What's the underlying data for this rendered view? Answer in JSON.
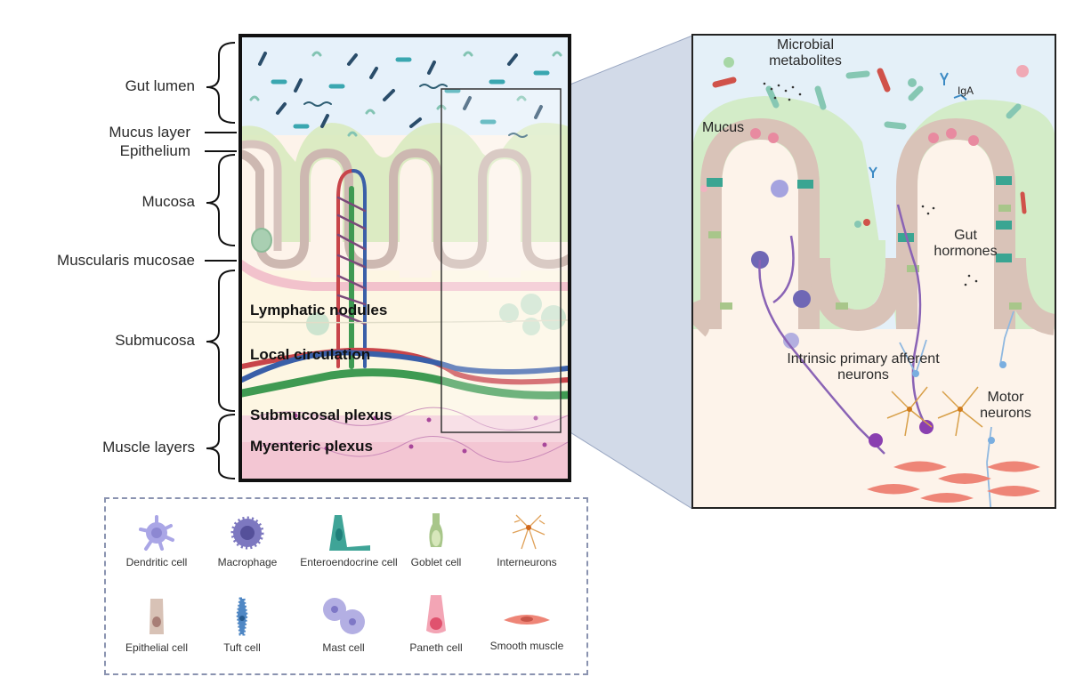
{
  "layer_labels": {
    "gut_lumen": "Gut lumen",
    "mucus_layer": "Mucus layer",
    "epithelium": "Epithelium",
    "mucosa": "Mucosa",
    "muscularis_mucosae": "Muscularis mucosae",
    "submucosa": "Submucosa",
    "muscle_layers": "Muscle layers"
  },
  "left_panel": {
    "lymphatic_nodules": "Lymphatic nodules",
    "local_circulation": "Local circulation",
    "submucosal_plexus": "Submucosal plexus",
    "myenteric_plexus": "Myenteric plexus"
  },
  "right_panel": {
    "microbial_metabolites_line1": "Microbial",
    "microbial_metabolites_line2": "metabolites",
    "iga": "IgA",
    "mucus": "Mucus",
    "gut_hormones_line1": "Gut",
    "gut_hormones_line2": "hormones",
    "ipan_line1": "Intrinsic primary afferent",
    "ipan_line2": "neurons",
    "motor_line1": "Motor",
    "motor_line2": "neurons"
  },
  "legend": {
    "items": [
      {
        "label": "Dendritic cell",
        "icon": "dendritic-cell-icon"
      },
      {
        "label": "Macrophage",
        "icon": "macrophage-icon"
      },
      {
        "label": "Enteroendocrine cell",
        "icon": "enteroendocrine-cell-icon"
      },
      {
        "label": "Goblet cell",
        "icon": "goblet-cell-icon"
      },
      {
        "label": "Interneurons",
        "icon": "interneuron-icon"
      },
      {
        "label": "Epithelial cell",
        "icon": "epithelial-cell-icon"
      },
      {
        "label": "Tuft cell",
        "icon": "tuft-cell-icon"
      },
      {
        "label": "Mast cell",
        "icon": "mast-cell-icon"
      },
      {
        "label": "Paneth cell",
        "icon": "paneth-cell-icon"
      },
      {
        "label": "Smooth muscle",
        "icon": "smooth-muscle-icon"
      }
    ]
  },
  "colors": {
    "lumen": "#e6f1fa",
    "mucus": "#d8eabf",
    "epithelium": "#d7c3bd",
    "lamina": "#fdf3ea",
    "submucosa": "#fdf6e3",
    "muscle": "#f3c6d3",
    "artery": "#c8454a",
    "vein": "#3a5fa8",
    "lymph": "#3f9a52",
    "zoom_connector": "#c3cde0"
  }
}
